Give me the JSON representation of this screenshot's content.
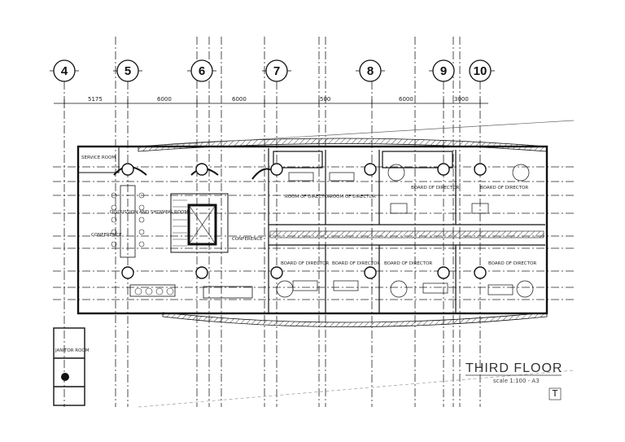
{
  "drawing": {
    "grid_labels": [
      "4",
      "5",
      "6",
      "7",
      "8",
      "9",
      "10"
    ],
    "dimensions": [
      "5175",
      "6000",
      "6000",
      "500",
      "6000",
      "3000"
    ],
    "title": "THIRD  FLOOR",
    "scale": "scale 1:100 - A3",
    "north_mark": "T"
  },
  "rooms": {
    "service": "SERVICE ROOM",
    "discussion": "DISCUSSION AND SHOWING ROOM",
    "conference_left": "CONFERENCE",
    "conference_right": "CONFERENCE",
    "director_1": "ROOM OF DIRECTOR",
    "director_2": "ROOM OF DIRECTOR",
    "board_top_1": "BOARD OF DIRECTOR",
    "board_top_2": "BOARD OF DIRECTOR",
    "board_bot_1": "BOARD OF DIRECTOR",
    "board_bot_2": "BOARD OF DIRECTOR",
    "board_bot_3": "BOARD OF DIRECTOR",
    "board_bot_4": "BOARD OF DIRECTOR",
    "janitor": "JANITOR ROOM"
  },
  "colors": {
    "ink": "#111111",
    "hatch": "#555555",
    "paper": "#ffffff"
  }
}
